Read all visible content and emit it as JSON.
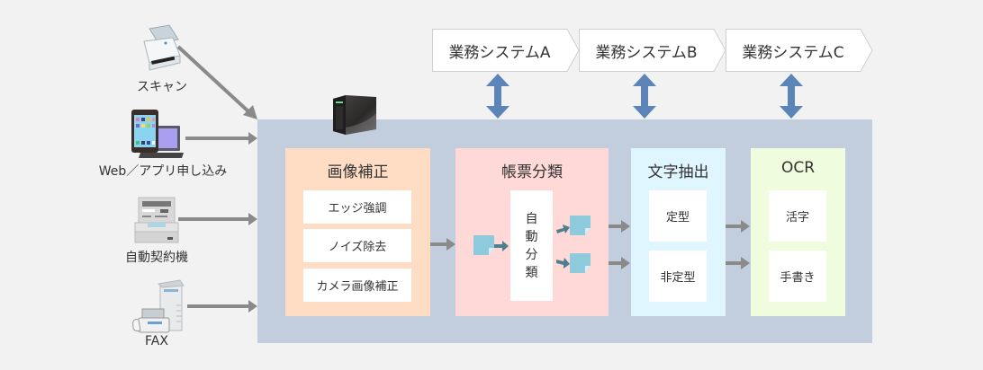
{
  "inputs": [
    {
      "label": "スキャン",
      "icon": "scanner-icon"
    },
    {
      "label": "Web／アプリ申し込み",
      "icon": "tablet-laptop-icon"
    },
    {
      "label": "自動契約機",
      "icon": "kiosk-machine-icon"
    },
    {
      "label": "FAX",
      "icon": "fax-copier-icon"
    }
  ],
  "systems": [
    {
      "label": "業務システムA"
    },
    {
      "label": "業務システムB"
    },
    {
      "label": "業務システムC"
    }
  ],
  "server_icon": "server-icon",
  "stages": {
    "correction": {
      "title": "画像補正",
      "items": [
        "エッジ強調",
        "ノイズ除去",
        "カメラ画像補正"
      ],
      "color": "#ffdcc4"
    },
    "classification": {
      "title": "帳票分類",
      "center": "自動分類",
      "center_chars": [
        "自",
        "動",
        "分",
        "類"
      ],
      "color": "#ffd8d8"
    },
    "extraction": {
      "title": "文字抽出",
      "items": [
        "定型",
        "非定型"
      ],
      "color": "#e0f6fe"
    },
    "ocr": {
      "title": "OCR",
      "items": [
        "活字",
        "手書き"
      ],
      "color": "#effdde"
    }
  },
  "colors": {
    "background": "#f2f2f2",
    "platform": "#c2cede",
    "arrow_gray": "#8a8a8a",
    "arrow_blue": "#5b85b8",
    "doc_blue": "#8ccadc",
    "doc_arrow": "#4d7f8f"
  }
}
